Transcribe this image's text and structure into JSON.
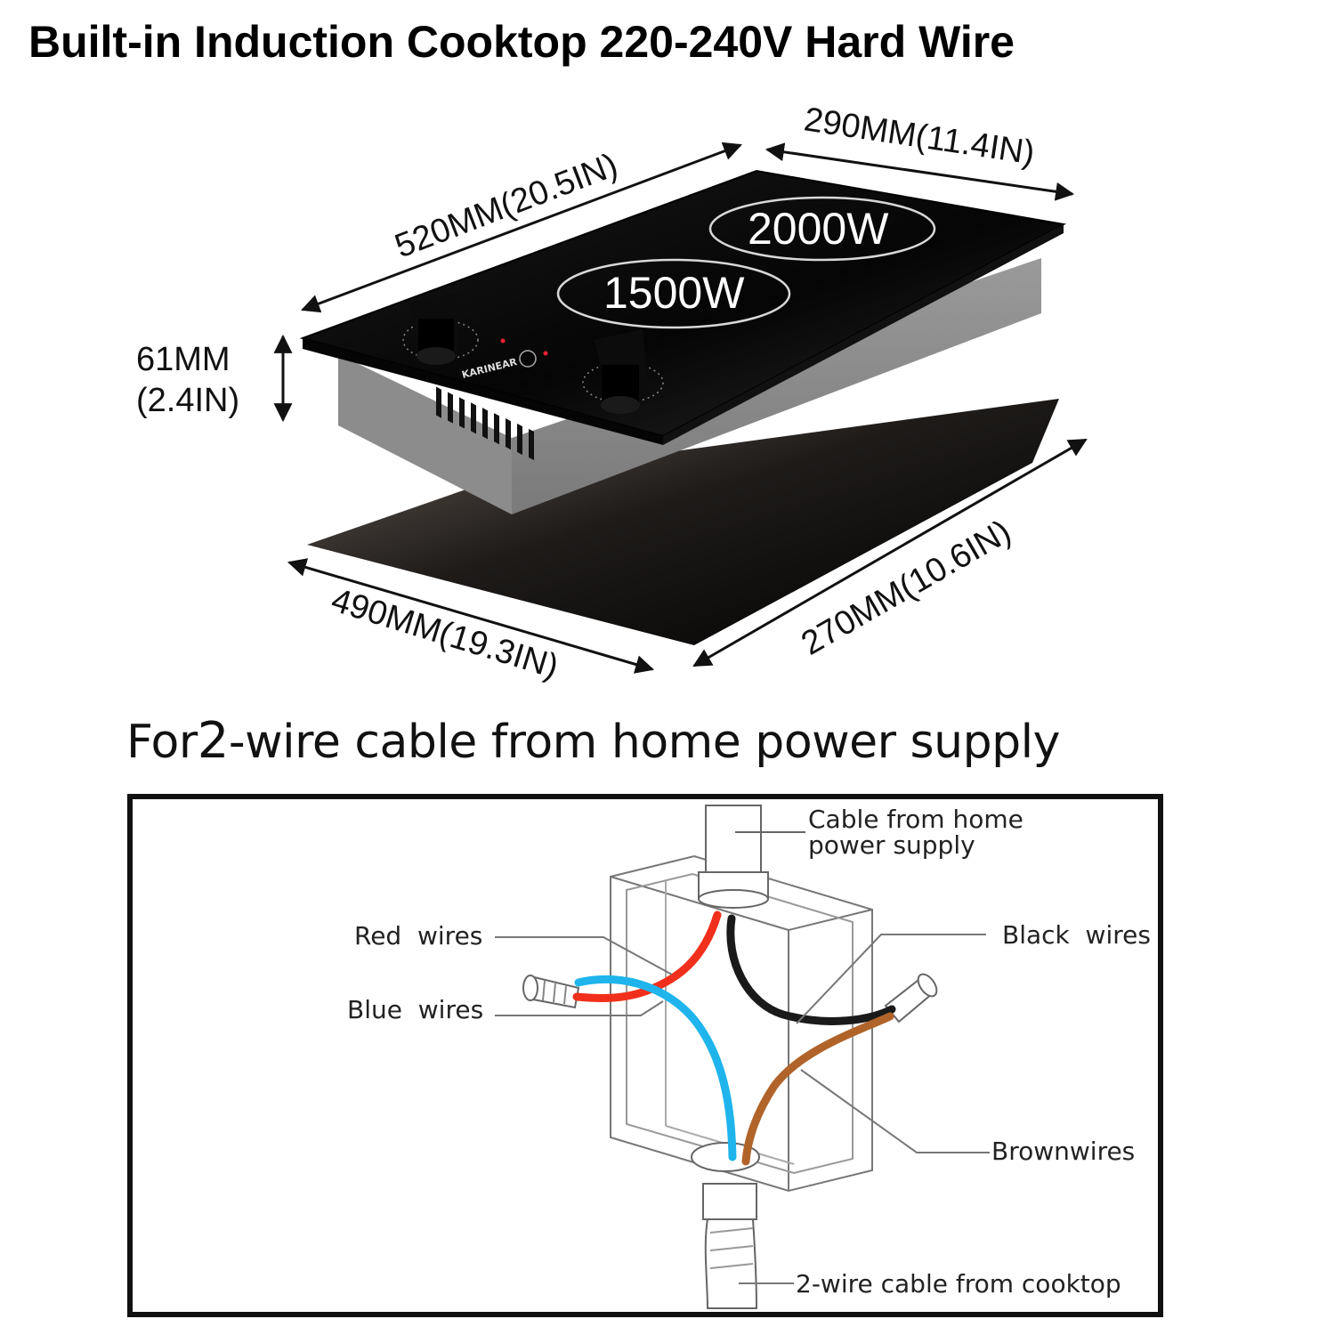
{
  "header": {
    "title": "Built-in Induction Cooktop 220-240V Hard Wire"
  },
  "cooktop": {
    "brand": "KARINEAR",
    "burners": [
      {
        "power": "2000W"
      },
      {
        "power": "1500W"
      }
    ],
    "dimensions": {
      "top_length": "520MM(20.5IN)",
      "top_width": "290MM(11.4IN)",
      "height_mm": "61MM",
      "height_in": "(2.4IN)",
      "cutout_length": "490MM(19.3IN)",
      "cutout_width": "270MM(10.6IN)"
    }
  },
  "wiring": {
    "title_prefix": "For",
    "title_num": "2",
    "title_suffix": "-wire cable from home power supply",
    "labels": {
      "cable_home_1": "Cable from home",
      "cable_home_2": "power supply",
      "red_wires": "Red  wires",
      "blue_wires": "Blue  wires",
      "black_wires": "Black  wires",
      "brown_wires": "Brownwires",
      "cooktop_cable": "2-wire cable from cooktop"
    },
    "colors": {
      "red": "#f0301c",
      "blue": "#1fb4ec",
      "black": "#1a1a1a",
      "brown": "#b0642a"
    }
  }
}
